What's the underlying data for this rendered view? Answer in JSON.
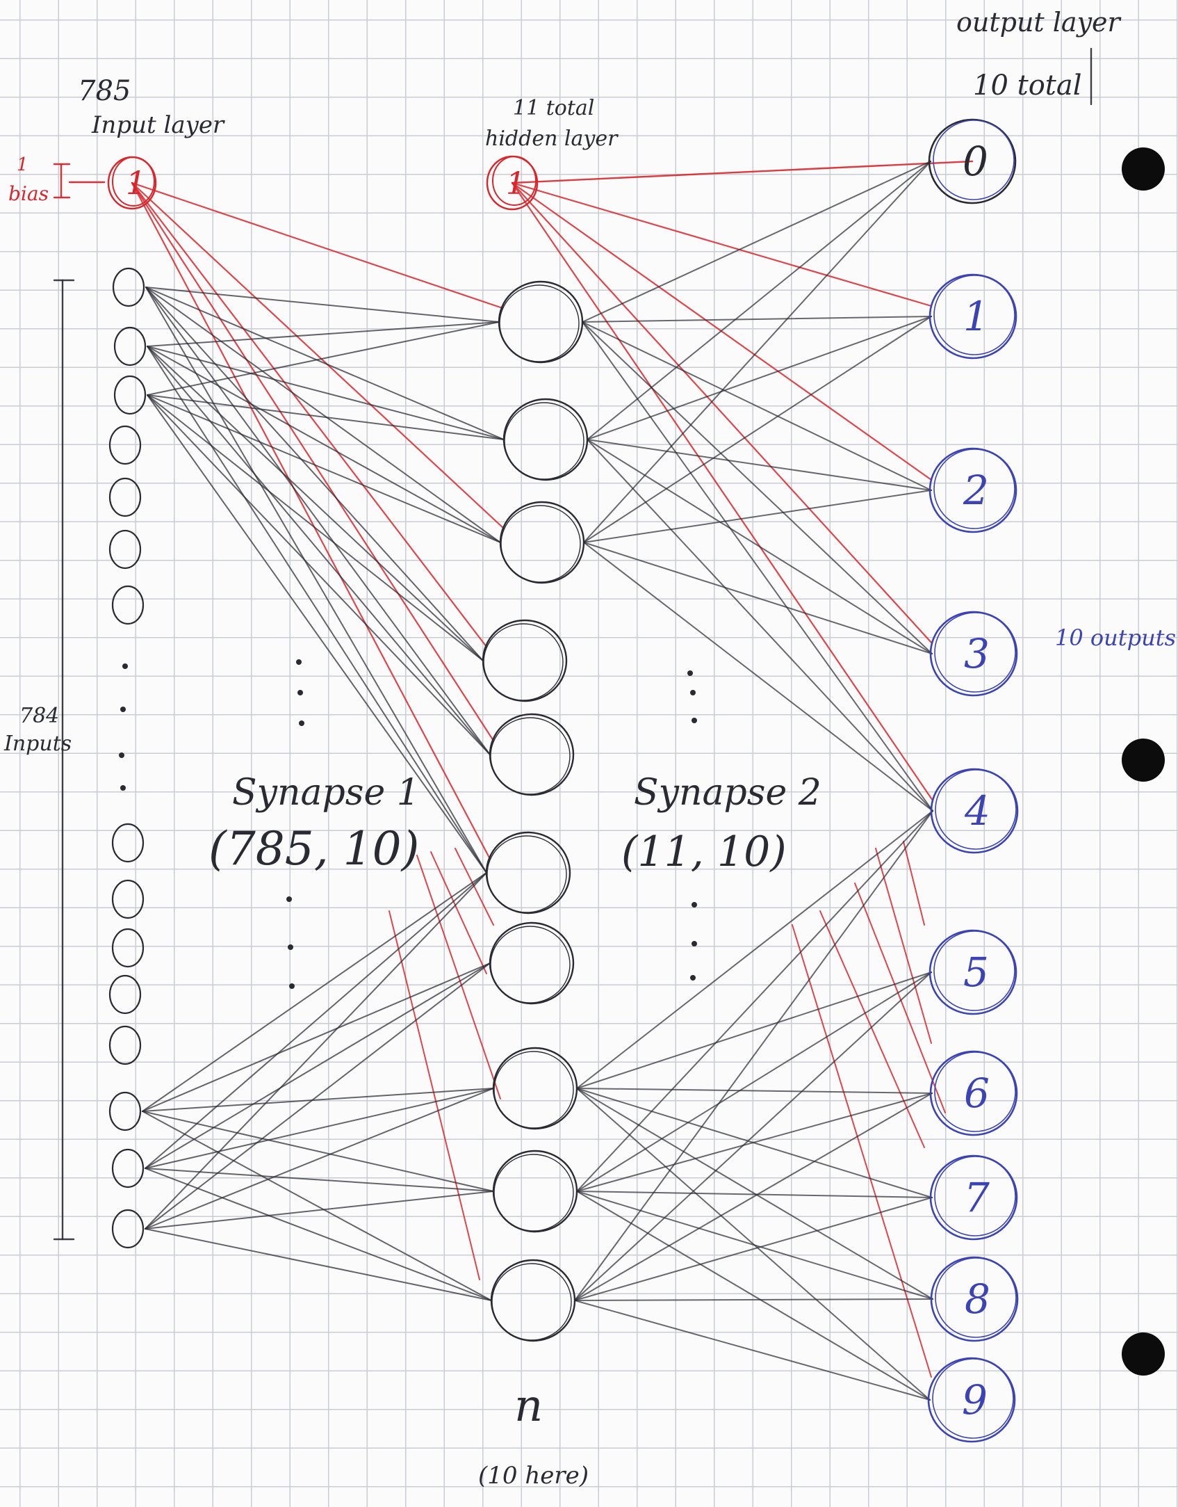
{
  "input_layer": {
    "count_label": "785",
    "title": "Input layer",
    "bias_count": "1",
    "bias_label": "bias",
    "bias_node": "1",
    "inputs_count": "784",
    "inputs_label": "Inputs"
  },
  "hidden_layer": {
    "count_label": "11 total",
    "title": "hidden layer",
    "bias_node": "1",
    "n_label": "n",
    "n_note": "(10 here)"
  },
  "output_layer": {
    "title": "output layer",
    "count_label": "10 total",
    "side_label": "10 outputs",
    "nodes": [
      "0",
      "1",
      "2",
      "3",
      "4",
      "5",
      "6",
      "7",
      "8",
      "9"
    ]
  },
  "synapse_1": {
    "name": "Synapse 1",
    "shape": "(785, 10)"
  },
  "synapse_2": {
    "name": "Synapse 2",
    "shape": "(11, 10)"
  },
  "colors": {
    "ink_black": "#2a2a33",
    "ink_red": "#d8262c",
    "ink_blue": "#3b43b5",
    "grid": "#c9cdd3",
    "paper": "#fbfbfb"
  }
}
